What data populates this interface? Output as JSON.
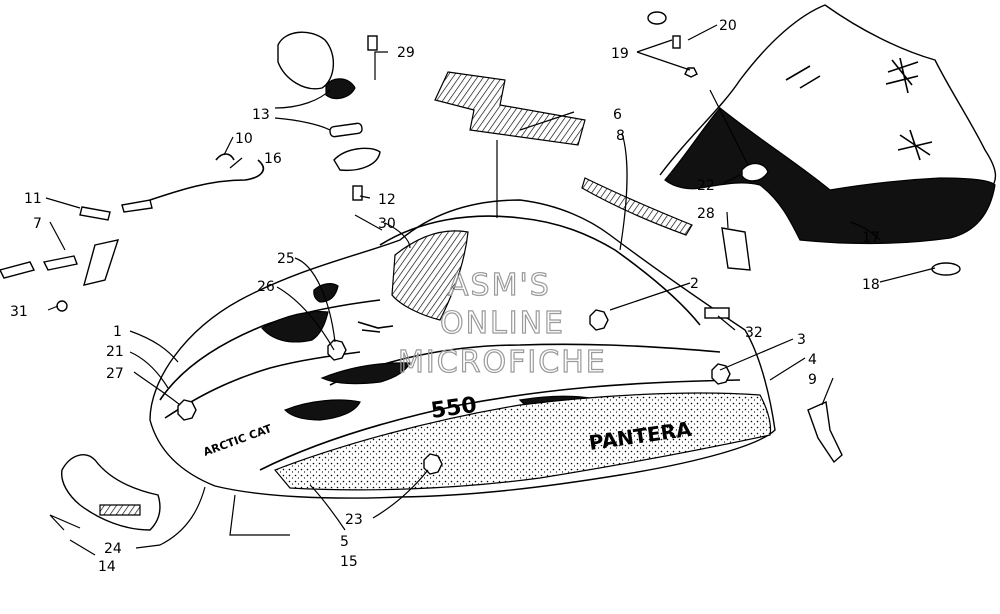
{
  "watermark": {
    "line1": "ASM'S",
    "line2": "ONLINE",
    "line3": "MICROFICHE"
  },
  "decals": {
    "brand": "ARCTIC CAT",
    "model_number": "550",
    "side_name": "PANTERA"
  },
  "callouts": [
    "1",
    "2",
    "3",
    "4",
    "5",
    "6",
    "7",
    "8",
    "9",
    "10",
    "11",
    "12",
    "13",
    "14",
    "15",
    "16",
    "17",
    "18",
    "19",
    "20",
    "21",
    "22",
    "23",
    "24",
    "25",
    "26",
    "27",
    "28",
    "29",
    "30",
    "31",
    "32"
  ]
}
